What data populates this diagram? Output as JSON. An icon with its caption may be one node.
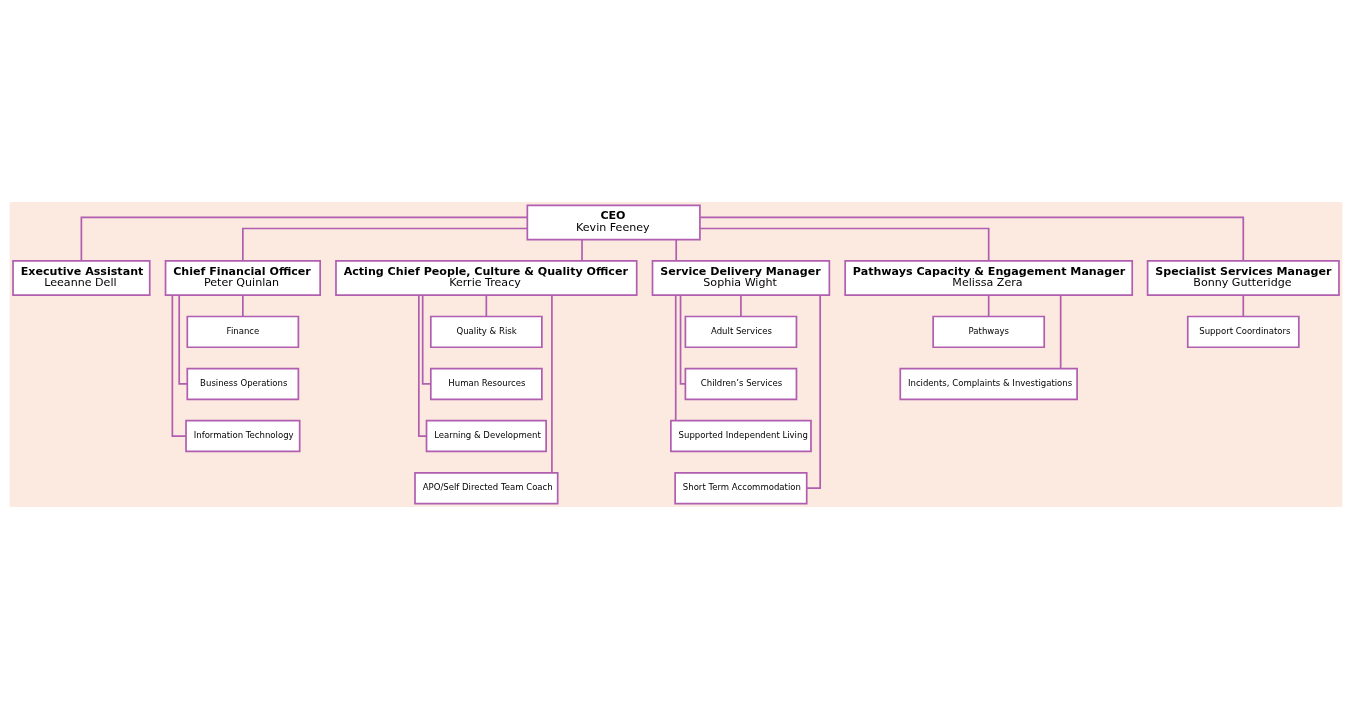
{
  "diagram": {
    "nodes": [
      {
        "text": [
          "CEO",
          "Kevin Feeney"
        ]
      },
      {
        "text": [
          "Executive Assistant",
          "Leeanne Dell"
        ]
      },
      {
        "text": [
          "Chief Financial Officer",
          "Peter Quinlan"
        ]
      },
      {
        "text": [
          "Acting Chief People, Culture & Quality Officer",
          "Kerrie Treacy"
        ]
      },
      {
        "text": [
          "Service Delivery Manager",
          "Sophia Wight"
        ]
      },
      {
        "text": [
          "Pathways Capacity & Engagement Manager",
          "Melissa Zera"
        ]
      },
      {
        "text": [
          "Specialist Services Manager",
          "Bonny Gutteridge"
        ]
      },
      {
        "text": [
          "Finance"
        ]
      },
      {
        "text": [
          "Business Operations"
        ]
      },
      {
        "text": [
          "Information Technology"
        ]
      },
      {
        "text": [
          "Quality & Risk"
        ]
      },
      {
        "text": [
          "Human Resources"
        ]
      },
      {
        "text": [
          "Learning & Development"
        ]
      },
      {
        "text": [
          "APO/Self Directed Team Coach"
        ]
      },
      {
        "text": [
          "Adult Services"
        ]
      },
      {
        "text": [
          "Children’s Services"
        ]
      },
      {
        "text": [
          "Supported Independent Living"
        ]
      },
      {
        "text": [
          "Short Term Accommodation"
        ]
      },
      {
        "text": [
          "Pathways"
        ]
      },
      {
        "text": [
          "Incidents, Complaints & Investigations"
        ]
      },
      {
        "text": [
          "Support Coordinators"
        ]
      }
    ],
    "edges": [
      {
        "from": 0,
        "to": 1,
        "arrow": "none"
      },
      {
        "from": 0,
        "to": 2,
        "arrow": "none"
      },
      {
        "from": 0,
        "to": 3,
        "arrow": "none"
      },
      {
        "from": 0,
        "to": 4,
        "arrow": "none"
      },
      {
        "from": 0,
        "to": 5,
        "arrow": "none"
      },
      {
        "from": 0,
        "to": 6,
        "arrow": "none"
      },
      {
        "from": 2,
        "to": 7,
        "arrow": "none"
      },
      {
        "from": 2,
        "to": 8,
        "arrow": "none"
      },
      {
        "from": 2,
        "to": 9,
        "arrow": "none"
      },
      {
        "from": 3,
        "to": 10,
        "arrow": "none"
      },
      {
        "from": 3,
        "to": 11,
        "arrow": "none"
      },
      {
        "from": 3,
        "to": 12,
        "arrow": "none"
      },
      {
        "from": 3,
        "to": 13,
        "arrow": "none"
      },
      {
        "from": 4,
        "to": 14,
        "arrow": "none"
      },
      {
        "from": 4,
        "to": 15,
        "arrow": "none"
      },
      {
        "from": 4,
        "to": 16,
        "arrow": "none"
      },
      {
        "from": 4,
        "to": 17,
        "arrow": "none"
      },
      {
        "from": 5,
        "to": 18,
        "arrow": "none"
      },
      {
        "from": 5,
        "to": 19,
        "arrow": "none"
      },
      {
        "from": 6,
        "to": 20,
        "arrow": "none"
      }
    ]
  }
}
